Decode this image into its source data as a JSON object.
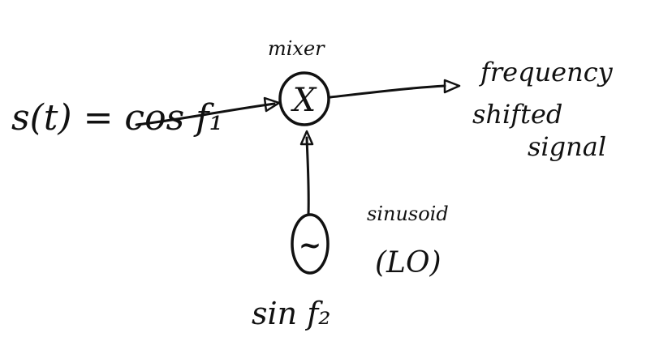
{
  "diagram": {
    "input_label": "s(t) = cos f₁",
    "mixer_label": "mixer",
    "mixer_symbol": "X",
    "output_label_line1": "frequency",
    "output_label_line2": "shifted",
    "output_label_line3": "signal",
    "oscillator_symbol": "~",
    "oscillator_label_line1": "sinusoid",
    "oscillator_label_line2": "(LO)",
    "oscillator_freq_label": "sin f₂"
  },
  "colors": {
    "ink": "#111111",
    "background": "#ffffff"
  }
}
